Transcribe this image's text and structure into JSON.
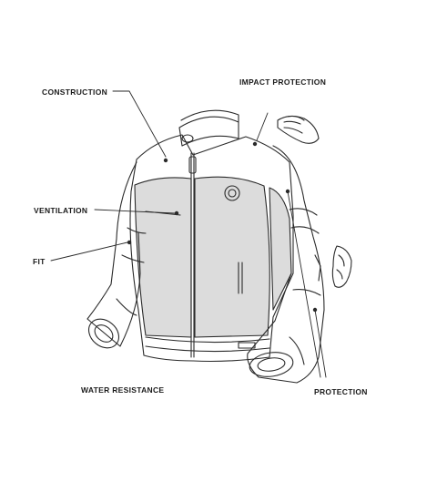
{
  "labels": {
    "construction": "CONSTRUCTION",
    "impact_protection": "IMPACT PROTECTION",
    "ventilation": "VENTILATION",
    "fit": "FIT",
    "water_resistance": "WATER RESISTANCE",
    "protection": "PROTECTION"
  },
  "colors": {
    "line": "#2a2a2a",
    "mesh": "#dcdcdc",
    "background": "#ffffff"
  }
}
